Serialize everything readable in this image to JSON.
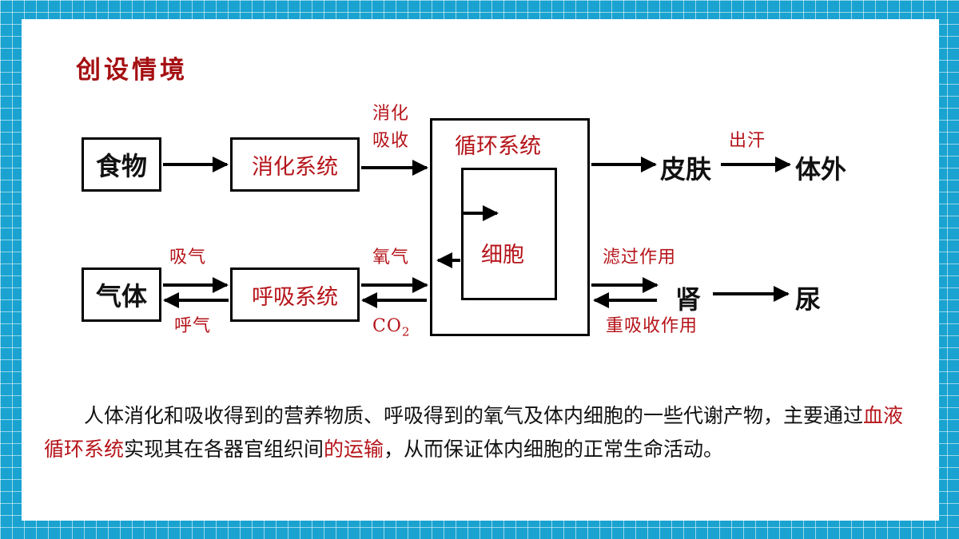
{
  "slide": {
    "title": "创设情境",
    "colors": {
      "frame": "#1aa3d1",
      "accent_red": "#b5141a",
      "title_red": "#a50f12"
    }
  },
  "diagram": {
    "food": "食物",
    "digestive_system": "消化系统",
    "digest_absorb_line1": "消化",
    "digest_absorb_line2": "吸收",
    "circulatory_system": "循环系统",
    "cell": "细胞",
    "skin": "皮肤",
    "sweat": "出汗",
    "outside_body": "体外",
    "gas": "气体",
    "inhale": "吸气",
    "exhale": "呼气",
    "respiratory_system": "呼吸系统",
    "oxygen": "氧气",
    "co2_main": "CO",
    "co2_sub": "2",
    "filtration": "滤过作用",
    "kidney": "肾",
    "reabsorption": "重吸收作用",
    "urine": "尿"
  },
  "paragraph": {
    "part1": "人体消化和吸收得到的营养物质、呼吸得到的氧气及体内细胞的一些代谢产物，主要通过",
    "highlight1": "血液循环系统",
    "part2": "实现其在各器官组织间",
    "highlight2": "的运输",
    "part3": "，从而保证体内细胞的正常生命活动。"
  }
}
